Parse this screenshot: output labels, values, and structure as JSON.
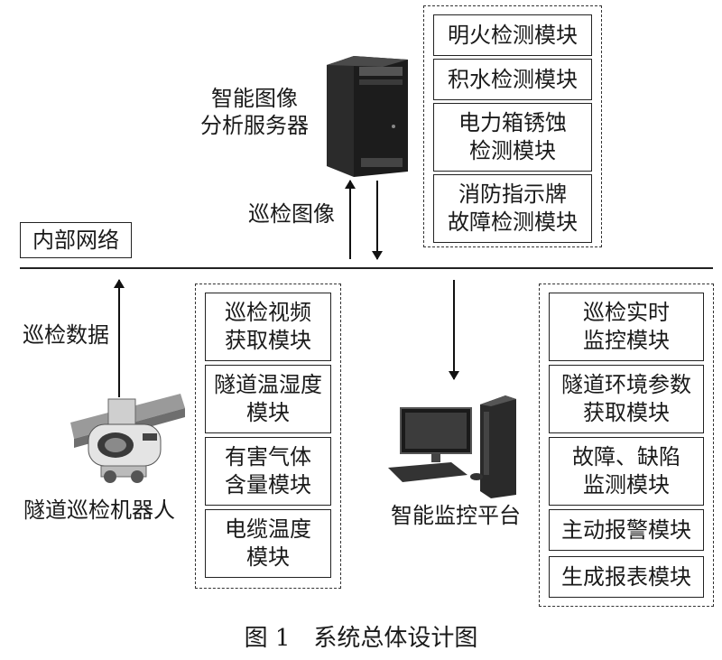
{
  "server": {
    "label": "智能图像\n分析服务器",
    "modules": [
      "明火检测模块",
      "积水检测模块",
      "电力箱锈蚀\n检测模块",
      "消防指示牌\n故障检测模块"
    ]
  },
  "network_label": "内部网络",
  "flow_labels": {
    "patrol_image": "巡检图像",
    "patrol_data": "巡检数据"
  },
  "robot": {
    "label": "隧道巡检机器人",
    "modules": [
      "巡检视频\n获取模块",
      "隧道温湿度\n模块",
      "有害气体\n含量模块",
      "电缆温度\n模块"
    ]
  },
  "platform": {
    "label": "智能监控平台",
    "modules": [
      "巡检实时\n监控模块",
      "隧道环境参数\n获取模块",
      "故障、缺陷\n监测模块",
      "主动报警模块",
      "生成报表模块"
    ]
  },
  "caption": "图 1　系统总体设计图"
}
